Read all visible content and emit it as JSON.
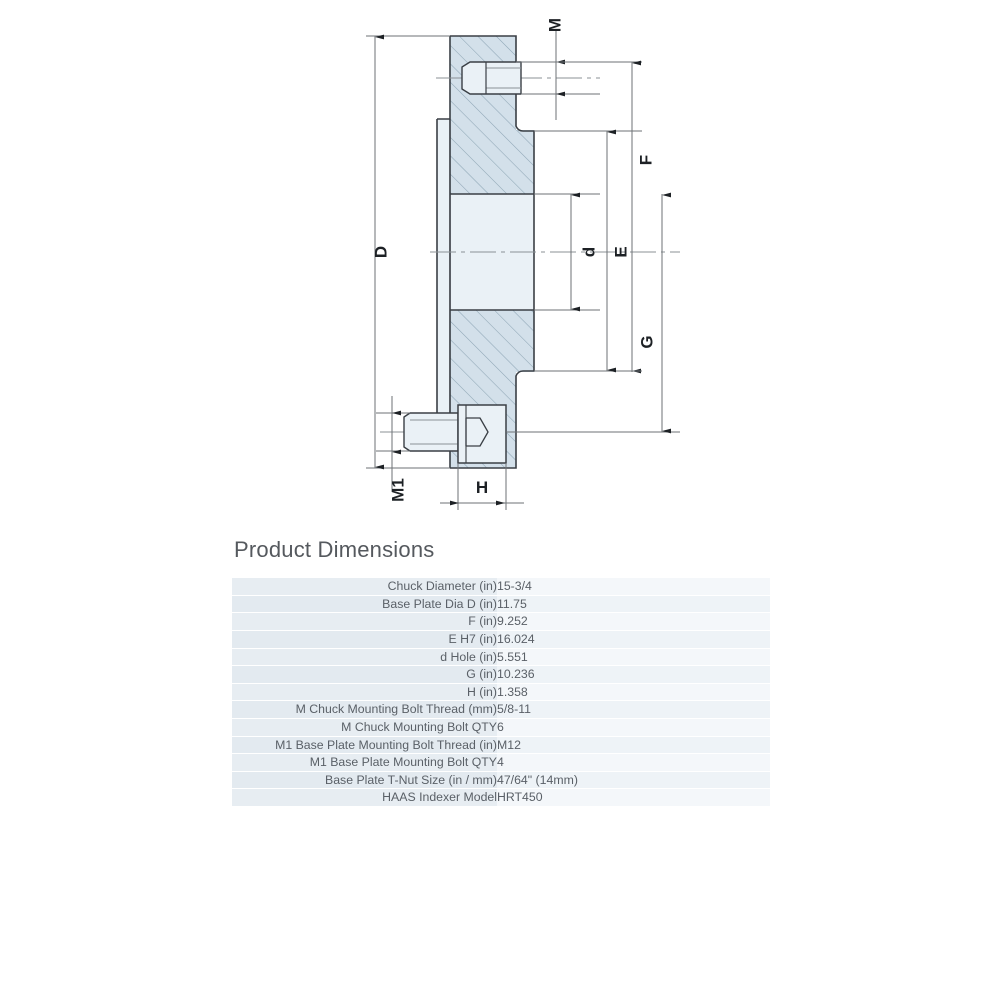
{
  "drawing": {
    "name": "base-plate-cross-section-drawing",
    "colors": {
      "line": "#3a3f45",
      "fill_section": "#d3e0ea",
      "fill_plain": "#eaf1f6",
      "hatch": "#8ea5b5",
      "dimension": "#6d7276",
      "centerline": "#8b9196"
    },
    "dimension_labels": [
      {
        "id": "M",
        "text": "M",
        "orientation": "vertical"
      },
      {
        "id": "D",
        "text": "D",
        "orientation": "vertical"
      },
      {
        "id": "F",
        "text": "F",
        "orientation": "vertical"
      },
      {
        "id": "E",
        "text": "E",
        "orientation": "vertical"
      },
      {
        "id": "d",
        "text": "d",
        "orientation": "vertical"
      },
      {
        "id": "G",
        "text": "G",
        "orientation": "vertical"
      },
      {
        "id": "M1",
        "text": "M1",
        "orientation": "vertical"
      },
      {
        "id": "H",
        "text": "H",
        "orientation": "horizontal"
      }
    ]
  },
  "dimensions_section": {
    "title": "Product Dimensions",
    "rows": [
      {
        "label": "Chuck Diameter (in)",
        "value": "15-3/4"
      },
      {
        "label": "Base Plate Dia D (in)",
        "value": "11.75"
      },
      {
        "label": "F (in)",
        "value": "9.252"
      },
      {
        "label": "E H7 (in)",
        "value": "16.024"
      },
      {
        "label": "d Hole (in)",
        "value": "5.551"
      },
      {
        "label": "G (in)",
        "value": "10.236"
      },
      {
        "label": "H (in)",
        "value": "1.358"
      },
      {
        "label": "M Chuck Mounting Bolt Thread (mm)",
        "value": "5/8-11"
      },
      {
        "label": "M Chuck Mounting  Bolt QTY",
        "value": "6"
      },
      {
        "label": "M1 Base Plate Mounting Bolt Thread (in)",
        "value": "M12"
      },
      {
        "label": "M1 Base Plate Mounting Bolt QTY",
        "value": "4"
      },
      {
        "label": "Base Plate T-Nut Size (in / mm)",
        "value": "47/64\" (14mm)"
      },
      {
        "label": "HAAS Indexer Model",
        "value": "HRT450"
      }
    ]
  }
}
